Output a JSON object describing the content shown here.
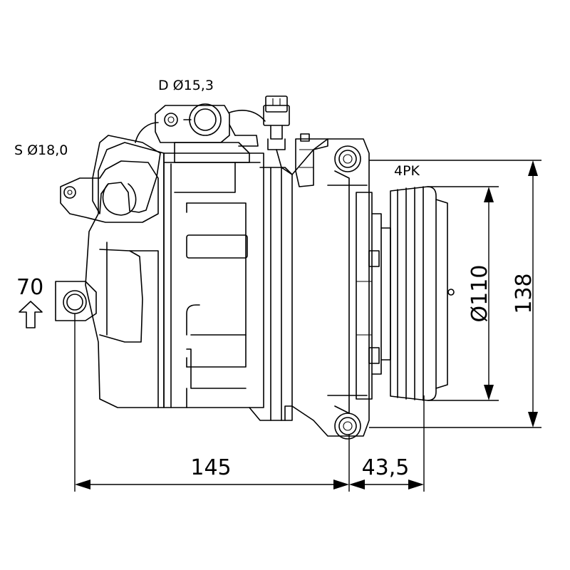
{
  "labels": {
    "discharge": "D Ø15,3",
    "suction": "S Ø18,0",
    "angle": "70",
    "belt": "4PK",
    "pulley_diameter": "Ø110",
    "height": "138",
    "length": "145",
    "pulley_offset": "43,5"
  },
  "colors": {
    "line": "#000000",
    "background": "#ffffff"
  },
  "icons": {
    "angle_arrow": "up-arrow-icon"
  }
}
